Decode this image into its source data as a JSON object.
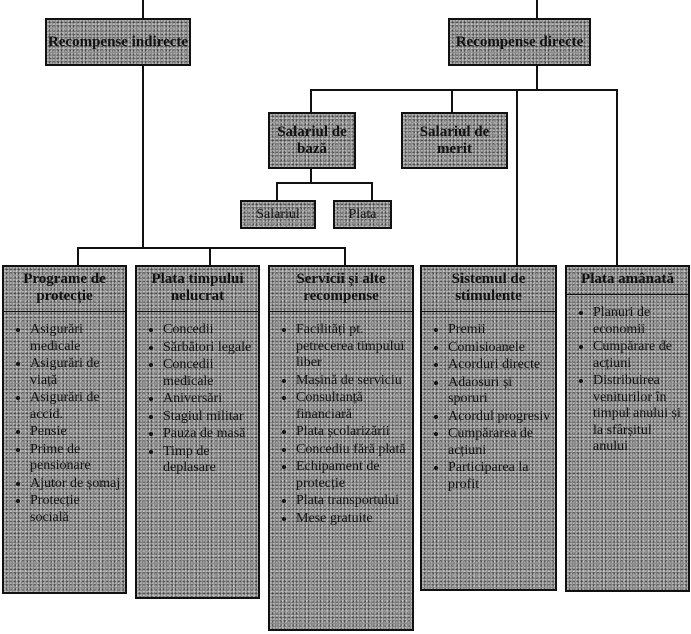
{
  "top": {
    "indirect": "Recompense indirecte",
    "direct": "Recompense directe"
  },
  "salary": {
    "base": "Salariul de bază",
    "merit": "Salariul de merit",
    "salary": "Salariul",
    "pay": "Plata"
  },
  "columns": [
    {
      "title": "Programe de protecție",
      "items": [
        "Asigurări medicale",
        "Asigurări de viață",
        "Asigurări de accid.",
        "Pensie",
        "Prime de pensionare",
        "Ajutor de șomaj",
        "Protecție socială"
      ]
    },
    {
      "title": "Plata timpului nelucrat",
      "items": [
        "Concedii",
        "Sărbători legale",
        "Concedii medicale",
        "Aniversări",
        "Stagiul militar",
        "Pauza de masă",
        "Timp de deplasare"
      ]
    },
    {
      "title": "Servicii și alte recompense",
      "items": [
        "Facilități pt. petrecerea timpului liber",
        "Mașină de serviciu",
        "Consultanță financiară",
        "Plata școlarizării",
        "Concediu fără plată",
        "Echipament de protecție",
        "Plata transportului",
        "Mese gratuite"
      ]
    },
    {
      "title": "Sistemul de stimulente",
      "items": [
        "Premii",
        "Comisioanele",
        "Acorduri directe",
        "Adaosuri și sporuri",
        "Acordul progresiv",
        "Cumpărarea de acțiuni",
        "Participarea la profit"
      ]
    },
    {
      "title": "Plata amânată",
      "items": [
        "Planuri de economii",
        "Cumpărare de acțiuni",
        "Distribuirea veniturilor în timpul anului și la sfârșitul anului"
      ]
    }
  ]
}
